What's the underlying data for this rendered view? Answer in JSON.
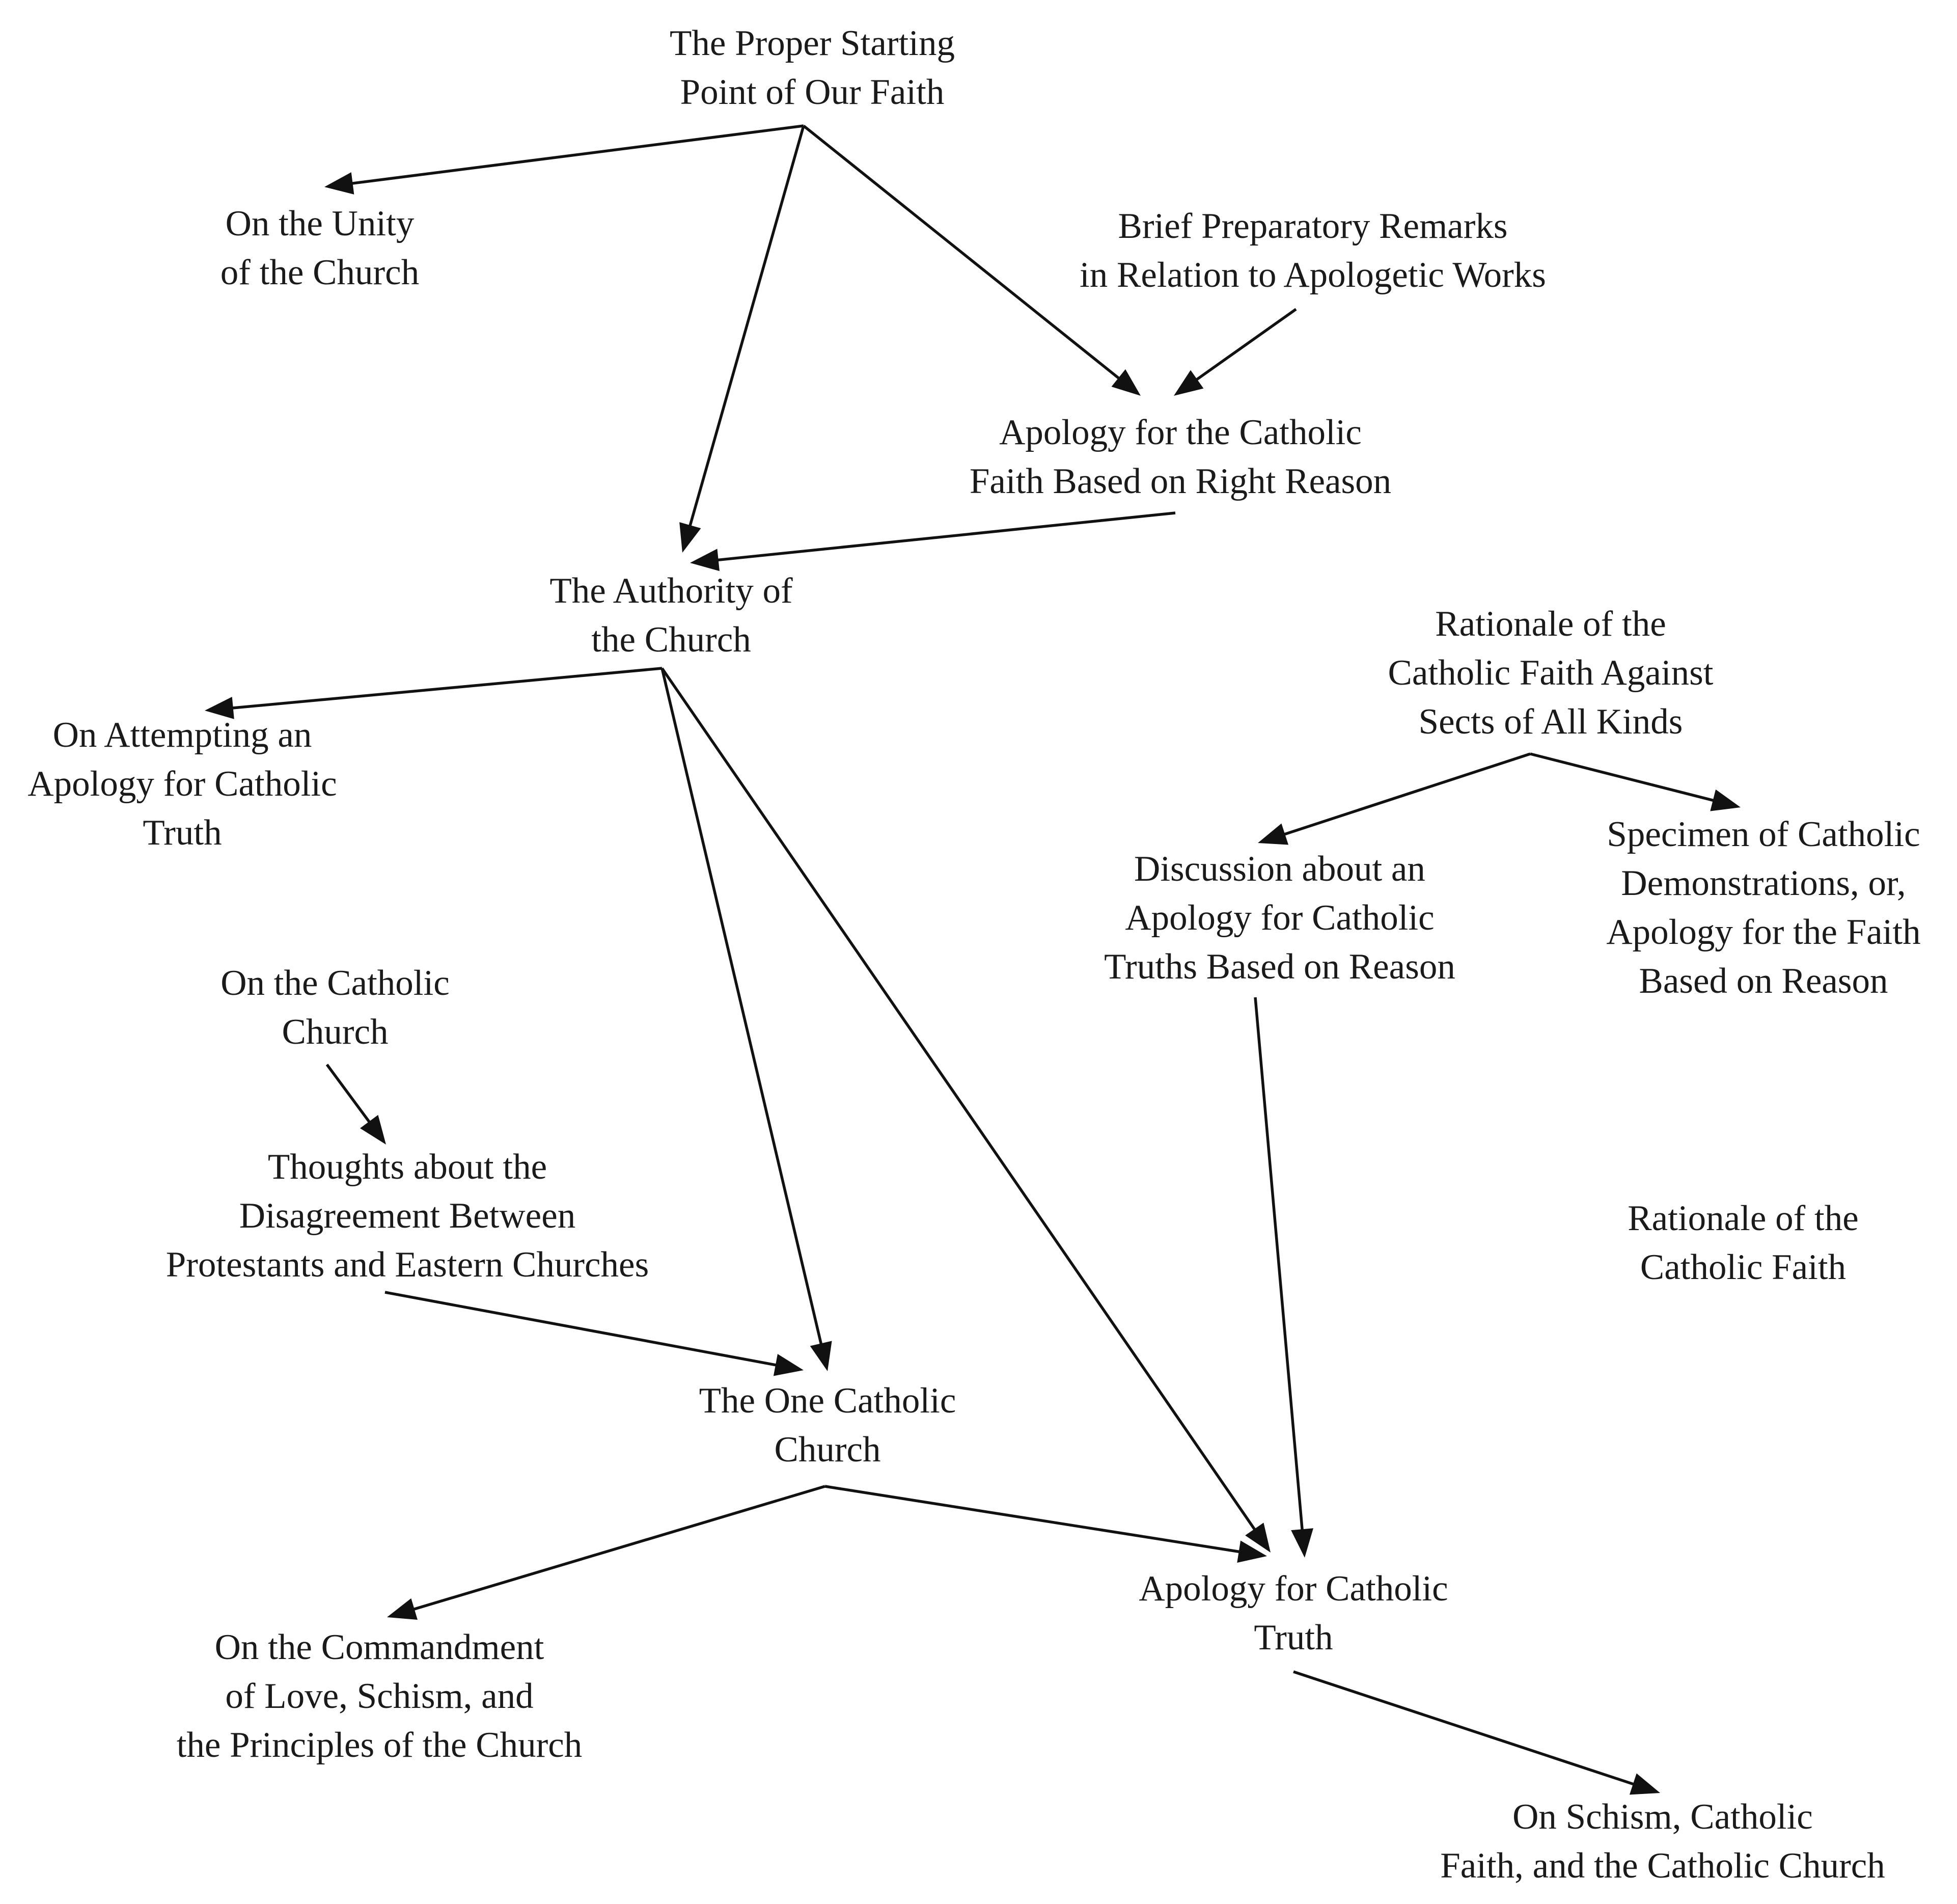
{
  "diagram": {
    "nodes": [
      {
        "id": "proper_starting_point",
        "lines": [
          "The Proper Starting",
          "Point of Our Faith"
        ]
      },
      {
        "id": "unity_of_church",
        "lines": [
          "On the Unity",
          "of the Church"
        ]
      },
      {
        "id": "brief_preparatory_remarks",
        "lines": [
          "Brief Preparatory Remarks",
          "in Relation to Apologetic Works"
        ]
      },
      {
        "id": "apology_right_reason",
        "lines": [
          "Apology for the Catholic",
          "Faith Based on Right Reason"
        ]
      },
      {
        "id": "authority_of_church",
        "lines": [
          "The Authority of",
          "the Church"
        ]
      },
      {
        "id": "rationale_against_sects",
        "lines": [
          "Rationale of the",
          "Catholic Faith Against",
          "Sects of All Kinds"
        ]
      },
      {
        "id": "attempting_apology",
        "lines": [
          "On Attempting an",
          "Apology for Catholic",
          "Truth"
        ]
      },
      {
        "id": "discussion_apology",
        "lines": [
          "Discussion about an",
          "Apology for Catholic",
          "Truths Based on Reason"
        ]
      },
      {
        "id": "specimen_demonstrations",
        "lines": [
          "Specimen of Catholic",
          "Demonstrations, or,",
          "Apology for the Faith",
          "Based on Reason"
        ]
      },
      {
        "id": "on_catholic_church",
        "lines": [
          "On the Catholic",
          "Church"
        ]
      },
      {
        "id": "thoughts_disagreement",
        "lines": [
          "Thoughts about the",
          "Disagreement Between",
          "Protestants and Eastern Churches"
        ]
      },
      {
        "id": "rationale_catholic_faith",
        "lines": [
          "Rationale of the",
          "Catholic Faith"
        ]
      },
      {
        "id": "one_catholic_church",
        "lines": [
          "The One Catholic",
          "Church"
        ]
      },
      {
        "id": "apology_catholic_truth",
        "lines": [
          "Apology for Catholic",
          "Truth"
        ]
      },
      {
        "id": "commandment_of_love",
        "lines": [
          "On the Commandment",
          "of Love, Schism, and",
          "the Principles of the Church"
        ]
      },
      {
        "id": "on_schism",
        "lines": [
          "On Schism, Catholic",
          "Faith, and the Catholic Church"
        ]
      }
    ],
    "edges": [
      {
        "from": "proper_starting_point",
        "to": "unity_of_church"
      },
      {
        "from": "proper_starting_point",
        "to": "authority_of_church"
      },
      {
        "from": "proper_starting_point",
        "to": "apology_right_reason"
      },
      {
        "from": "brief_preparatory_remarks",
        "to": "apology_right_reason"
      },
      {
        "from": "apology_right_reason",
        "to": "authority_of_church"
      },
      {
        "from": "authority_of_church",
        "to": "attempting_apology"
      },
      {
        "from": "authority_of_church",
        "to": "one_catholic_church"
      },
      {
        "from": "authority_of_church",
        "to": "apology_catholic_truth"
      },
      {
        "from": "rationale_against_sects",
        "to": "discussion_apology"
      },
      {
        "from": "rationale_against_sects",
        "to": "specimen_demonstrations"
      },
      {
        "from": "discussion_apology",
        "to": "apology_catholic_truth"
      },
      {
        "from": "on_catholic_church",
        "to": "thoughts_disagreement"
      },
      {
        "from": "thoughts_disagreement",
        "to": "one_catholic_church"
      },
      {
        "from": "one_catholic_church",
        "to": "commandment_of_love"
      },
      {
        "from": "one_catholic_church",
        "to": "apology_catholic_truth"
      },
      {
        "from": "apology_catholic_truth",
        "to": "on_schism"
      }
    ]
  }
}
